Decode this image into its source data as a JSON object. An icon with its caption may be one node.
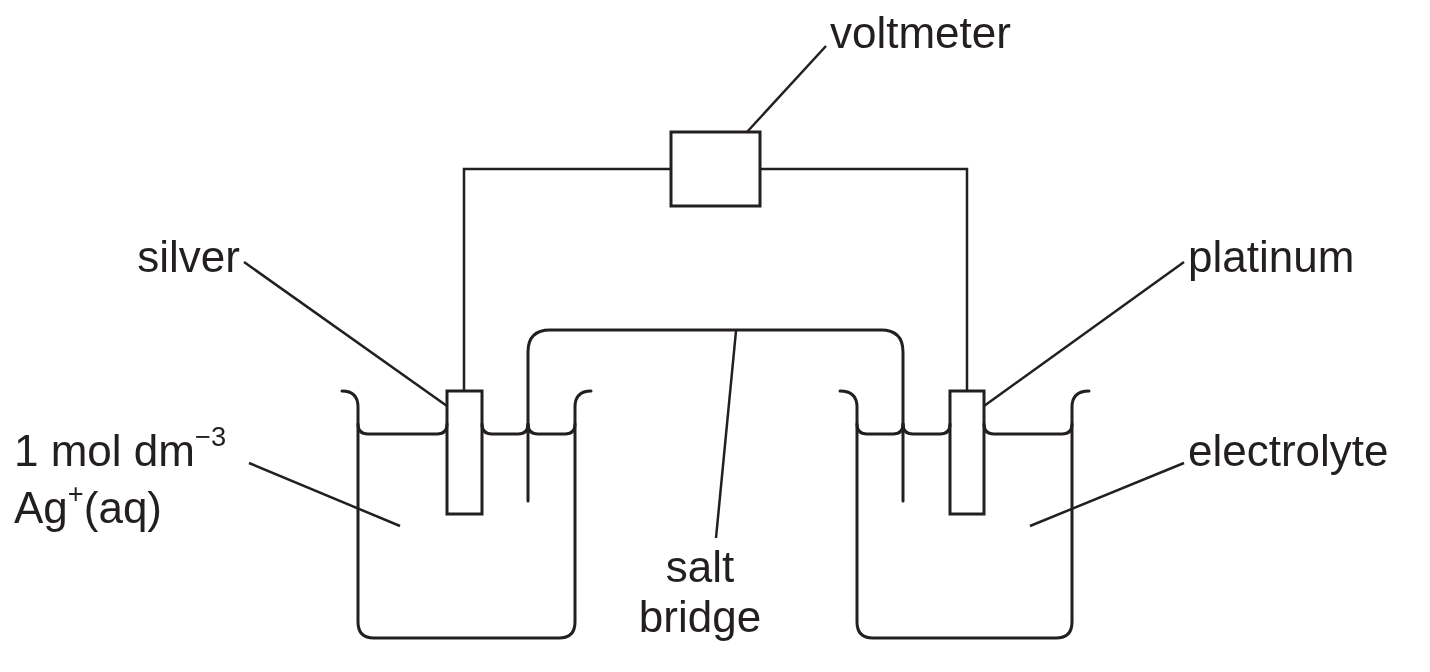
{
  "diagram": {
    "nodes": [
      {
        "text": [
          "voltmeter"
        ]
      },
      {
        "text": [],
        "shape": "box"
      },
      {
        "text": [
          "silver"
        ]
      },
      {
        "text": [],
        "shape": "bar"
      },
      {
        "text": [
          "platinum"
        ]
      },
      {
        "text": [],
        "shape": "bar"
      },
      {
        "text": [
          "1 mol dm$^{−3}$ Ag$^{+}$(aq)"
        ]
      },
      {
        "text": [
          "electrolyte"
        ]
      },
      {
        "text": [
          "salt bridge"
        ]
      },
      {
        "text": [],
        "shape": "tube"
      }
    ],
    "edges": [
      {
        "from": 0,
        "to": 1,
        "arrow": "none"
      },
      {
        "from": 3,
        "to": 1,
        "arrow": "none"
      },
      {
        "from": 1,
        "to": 5,
        "arrow": "none"
      },
      {
        "from": 2,
        "to": 3,
        "arrow": "none"
      },
      {
        "from": 4,
        "to": 5,
        "arrow": "none"
      },
      {
        "from": 6,
        "to": null,
        "arrow": "none"
      },
      {
        "from": 7,
        "to": null,
        "arrow": "none"
      },
      {
        "from": 8,
        "to": 9,
        "arrow": "none"
      }
    ]
  }
}
